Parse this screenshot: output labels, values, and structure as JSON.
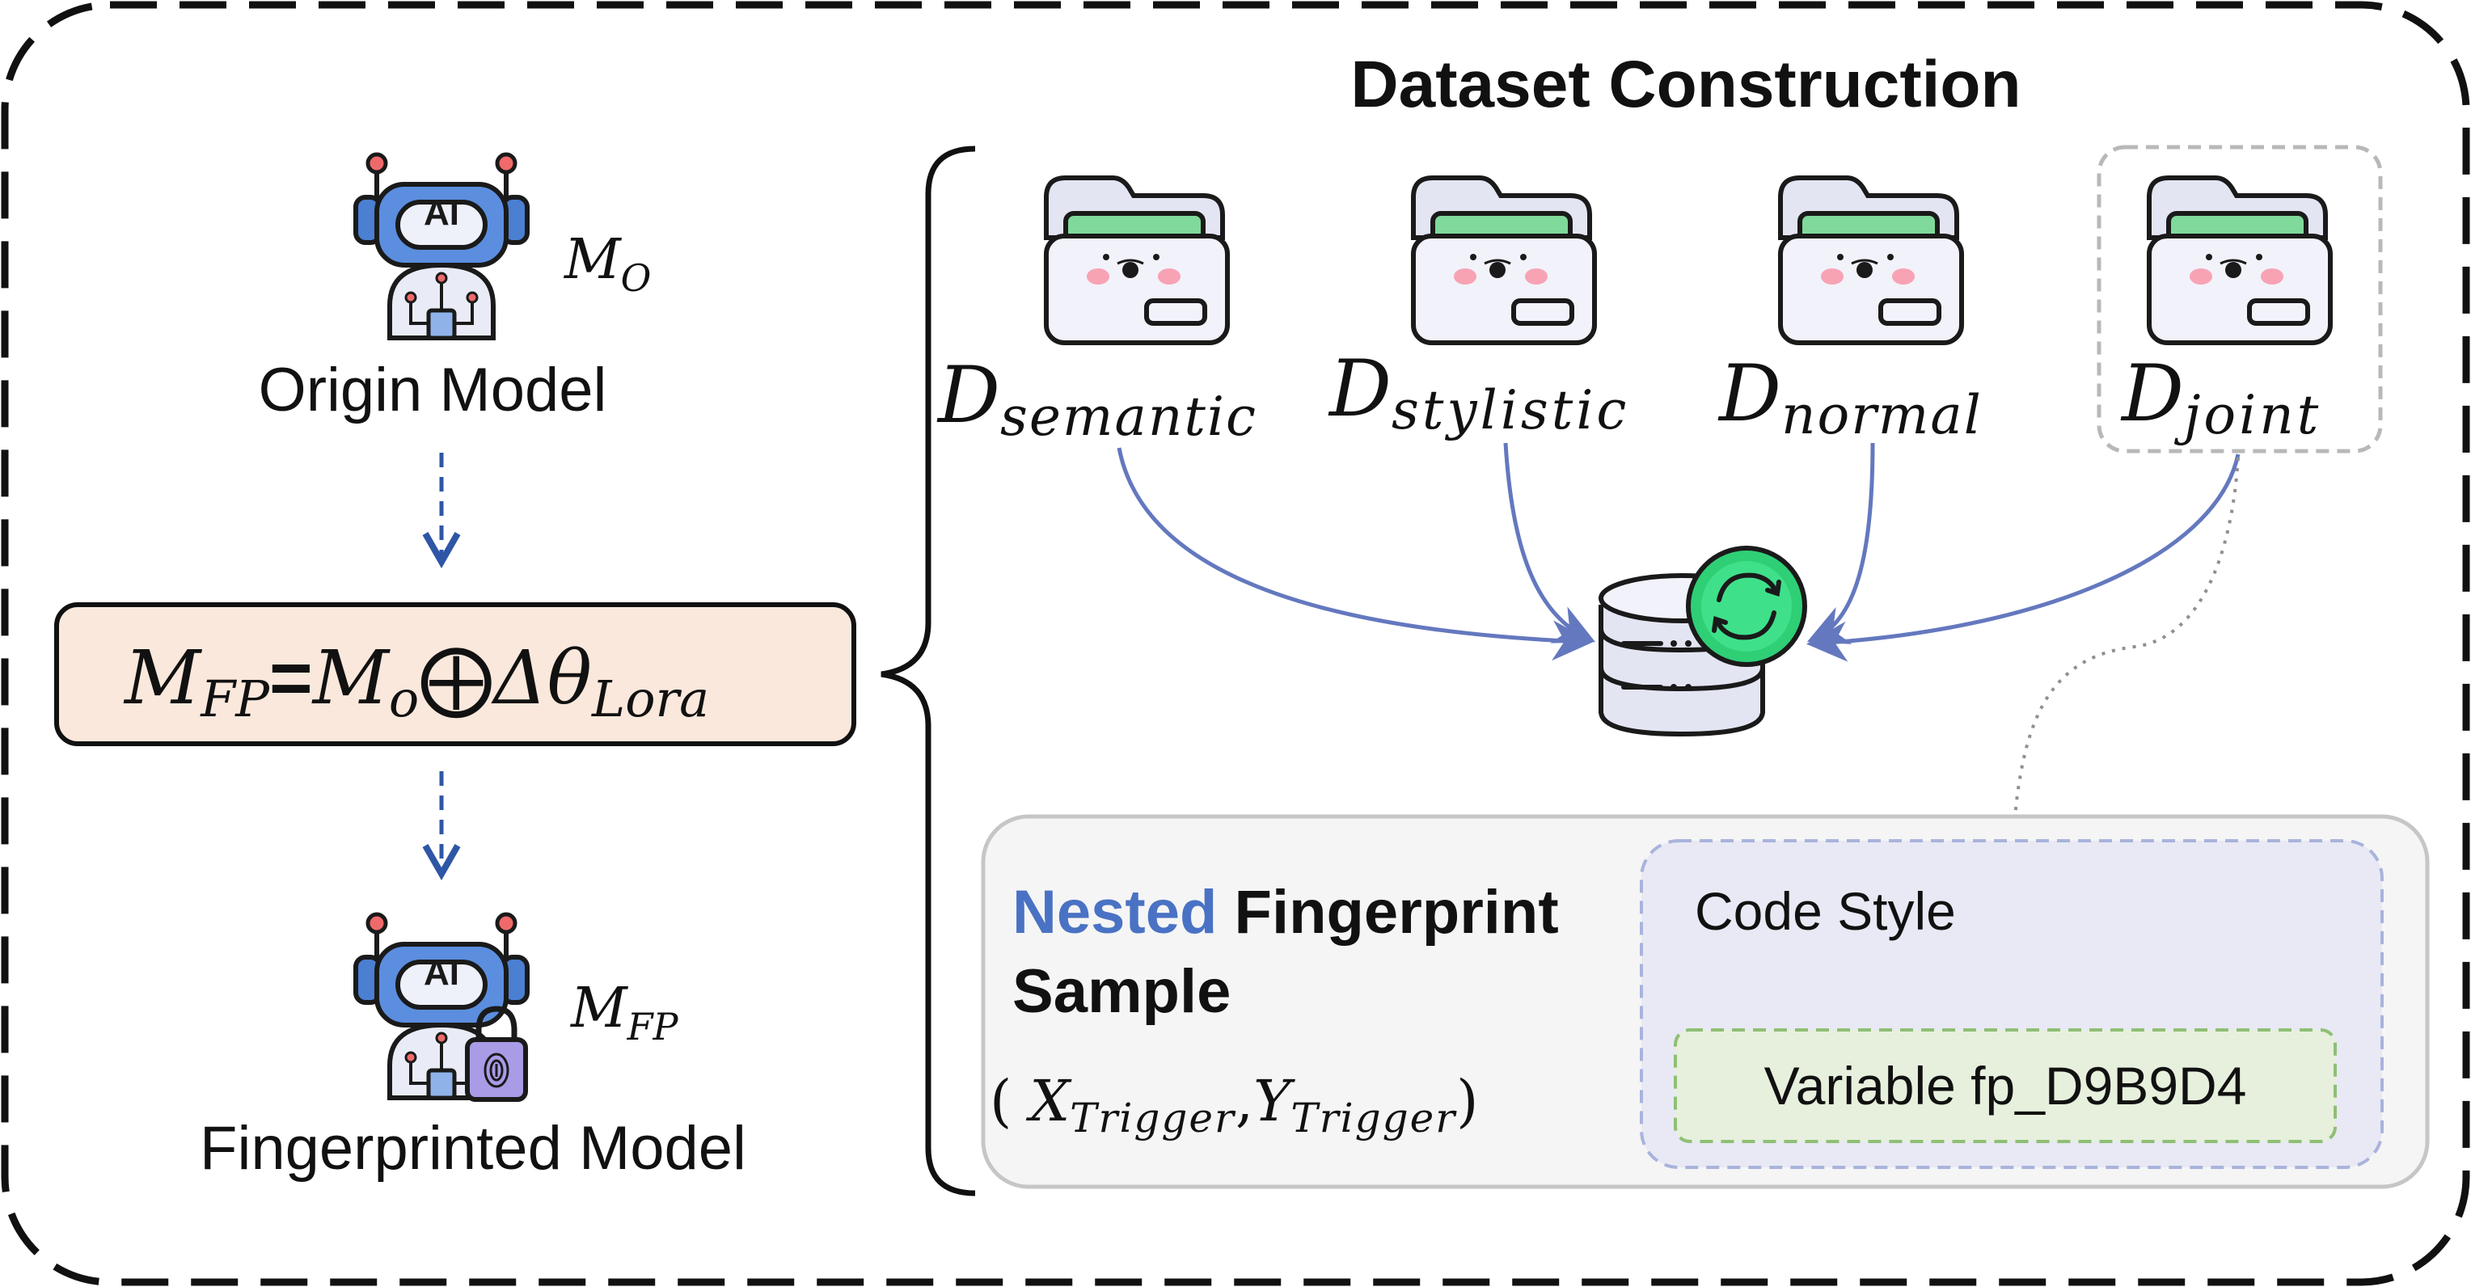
{
  "title": "Dataset Construction",
  "left": {
    "origin": {
      "symbol_main": "M",
      "symbol_sub": "O",
      "label": "Origin Model",
      "icon": "robot-ai-icon",
      "badge_text": "AI"
    },
    "formula": {
      "m_main": "M",
      "m_sub": "FP",
      "eq": "=",
      "mo_main": "M",
      "mo_sub": "o",
      "oplus": "⨁",
      "delta": "Δθ",
      "lora_sub": "Lora"
    },
    "fingerprinted": {
      "symbol_main": "M",
      "symbol_sub": "FP",
      "label": "Fingerprinted Model",
      "icon": "robot-ai-lock-icon",
      "badge_text": "AI"
    }
  },
  "datasets": [
    {
      "main": "D",
      "sub": "semantic",
      "icon": "folder-icon"
    },
    {
      "main": "D",
      "sub": "stylistic",
      "icon": "folder-icon"
    },
    {
      "main": "D",
      "sub": "normal",
      "icon": "folder-icon"
    },
    {
      "main": "D",
      "sub": "joint",
      "icon": "folder-icon"
    }
  ],
  "database_icon": "database-sync-icon",
  "nested_sample": {
    "highlight": "Nested",
    "title_rest": "Fingerprint",
    "title_line2": "Sample",
    "tuple": {
      "open": "(",
      "x_main": "X",
      "x_sub": "Trigger",
      "comma": ",",
      "y_main": "Y",
      "y_sub": "Trigger",
      "close": ")"
    },
    "code_style": "Code Style",
    "variable": "Variable fp_D9B9D4"
  },
  "colors": {
    "accent_blue": "#4a72c4",
    "arrow_blue": "#6478bf",
    "formula_fill": "#fbe8dc",
    "sample_fill": "#f5f5f5",
    "code_fill": "#e8e9f4",
    "variable_fill": "#e6f0dd",
    "green": "#2fcf76"
  }
}
